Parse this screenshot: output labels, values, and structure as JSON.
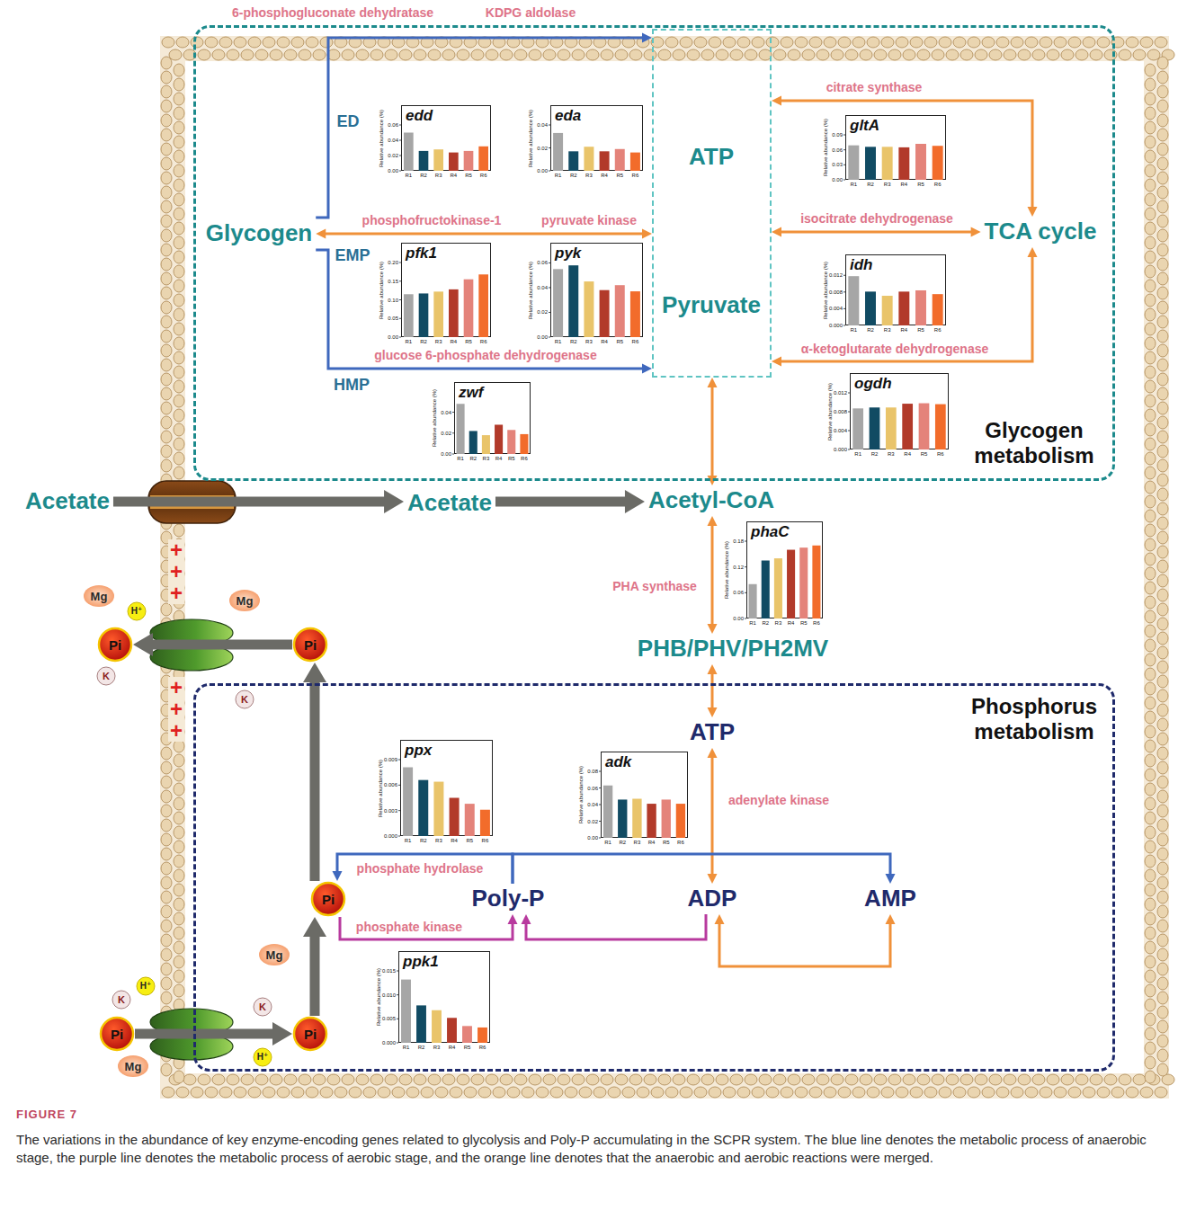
{
  "diagram": {
    "caption": "The variations in the abundance of key enzyme-encoding genes related to glycolysis and Poly-P accumulating in the SCPR system. The blue line denotes the metabolic process of anaerobic stage, the purple line denotes the metabolic process of aerobic stage, and the orange line denotes that the anaerobic and aerobic reactions were merged.",
    "nodes": [
      {
        "text": [
          "Glycogen metabolism"
        ]
      },
      {
        "text": [
          "Glycogen"
        ],
        "in": 0
      },
      {
        "text": [
          "ATP",
          "Pyruvate"
        ],
        "in": 0
      },
      {
        "text": [
          "TCA cycle"
        ],
        "in": 0
      },
      {
        "text": [
          "edd",
          "Relative abundance (%)",
          "0.00",
          "0.02",
          "0.04",
          "0.06",
          "R1",
          "R2",
          "R3",
          "R4",
          "R5",
          "R6"
        ],
        "in": 0
      },
      {
        "text": [
          "eda",
          "Relative abundance (%)",
          "0.00",
          "0.02",
          "0.04",
          "R1",
          "R2",
          "R3",
          "R4",
          "R5",
          "R6"
        ],
        "in": 0
      },
      {
        "text": [
          "pfk1",
          "Relative abundance (%)",
          "0.00",
          "0.05",
          "0.10",
          "0.15",
          "0.20",
          "R1",
          "R2",
          "R3",
          "R4",
          "R5",
          "R6"
        ],
        "in": 0
      },
      {
        "text": [
          "pyk",
          "Relative abundance (%)",
          "0.00",
          "0.02",
          "0.04",
          "0.06",
          "R1",
          "R2",
          "R3",
          "R4",
          "R5",
          "R6"
        ],
        "in": 0
      },
      {
        "text": [
          "zwf",
          "Relative abundance (%)",
          "0.00",
          "0.02",
          "0.04",
          "R1",
          "R2",
          "R3",
          "R4",
          "R5",
          "R6"
        ],
        "in": 0
      },
      {
        "text": [
          "gltA",
          "Relative abundance (%)",
          "0.00",
          "0.03",
          "0.06",
          "0.09",
          "R1",
          "R2",
          "R3",
          "R4",
          "R5",
          "R6"
        ],
        "in": 0
      },
      {
        "text": [
          "idh",
          "Relative abundance (%)",
          "0.000",
          "0.004",
          "0.008",
          "0.012",
          "R1",
          "R2",
          "R3",
          "R4",
          "R5",
          "R6"
        ],
        "in": 0
      },
      {
        "text": [
          "ogdh",
          "Relative abundance (%)",
          "0.000",
          "0.004",
          "0.008",
          "0.012",
          "R1",
          "R2",
          "R3",
          "R4",
          "R5",
          "R6"
        ],
        "in": 0
      },
      {
        "text": [
          "Acetate"
        ]
      },
      {
        "text": [
          "Acetate"
        ]
      },
      {
        "text": [
          "Acetyl-CoA"
        ]
      },
      {
        "text": [
          "phaC",
          "Relative abundance (%)",
          "0.00",
          "0.06",
          "0.12",
          "0.18",
          "R1",
          "R2",
          "R3",
          "R4",
          "R5",
          "R6"
        ]
      },
      {
        "text": [
          "PHB/PHV/PH2MV"
        ]
      },
      {
        "text": [
          "Phosphorus metabolism"
        ]
      },
      {
        "text": [
          "ATP"
        ],
        "in": 17
      },
      {
        "text": [
          "ppx",
          "Relative abundance (%)",
          "0.000",
          "0.003",
          "0.006",
          "0.009",
          "R1",
          "R2",
          "R3",
          "R4",
          "R5",
          "R6"
        ],
        "in": 17
      },
      {
        "text": [
          "adk",
          "Relative abundance (%)",
          "0.00",
          "0.02",
          "0.04",
          "0.06",
          "0.08",
          "R1",
          "R2",
          "R3",
          "R4",
          "R5",
          "R6"
        ],
        "in": 17
      },
      {
        "text": [
          "Pi"
        ],
        "in": 17
      },
      {
        "text": [
          "Poly-P"
        ],
        "in": 17
      },
      {
        "text": [
          "ADP"
        ],
        "in": 17
      },
      {
        "text": [
          "AMP"
        ],
        "in": 17
      },
      {
        "text": [
          "ppk1",
          "Relative abundance (%)",
          "0.000",
          "0.005",
          "0.010",
          "0.015",
          "R1",
          "R2",
          "R3",
          "R4",
          "R5",
          "R6"
        ],
        "in": 17
      },
      {
        "text": [
          "Pi"
        ]
      },
      {
        "text": [
          "Pi"
        ]
      },
      {
        "text": [
          "Pi"
        ]
      },
      {
        "text": [
          "Pi"
        ],
        "in": 17
      },
      {
        "text": [
          "Mg"
        ]
      },
      {
        "text": [
          "H⁺"
        ]
      },
      {
        "text": [
          "K"
        ]
      },
      {
        "text": [
          "Mg"
        ]
      },
      {
        "text": [
          "K"
        ],
        "in": 17
      },
      {
        "text": [
          "K"
        ]
      },
      {
        "text": [
          "H⁺"
        ]
      },
      {
        "text": [
          "Mg"
        ]
      },
      {
        "text": [
          "Mg"
        ],
        "in": 17
      },
      {
        "text": [
          "K"
        ],
        "in": 17
      },
      {
        "text": [
          "H⁺"
        ],
        "in": 17
      }
    ],
    "edges": [
      {
        "from": 1,
        "to": 2,
        "arrow": "to",
        "label": "6-phosphogluconate dehydratase"
      },
      {
        "from": 1,
        "to": 2,
        "arrow": "both",
        "label": "phosphofructokinase-1"
      },
      {
        "from": 1,
        "to": 2,
        "arrow": "to",
        "label": "glucose 6-phosphate dehydrogenase"
      },
      {
        "from": 2,
        "to": 3,
        "arrow": "both",
        "label": "citrate synthase"
      },
      {
        "from": 2,
        "to": 3,
        "arrow": "both",
        "label": "isocitrate dehydrogenase"
      },
      {
        "from": 2,
        "to": 3,
        "arrow": "both",
        "label": "α-ketoglutarate dehydrogenase"
      },
      {
        "from": 2,
        "to": 14,
        "arrow": "both"
      },
      {
        "from": 12,
        "to": 13,
        "arrow": "to"
      },
      {
        "from": 13,
        "to": 14,
        "arrow": "to"
      },
      {
        "from": 14,
        "to": 16,
        "arrow": "both",
        "label": "PHA synthase"
      },
      {
        "from": 16,
        "to": 18,
        "arrow": "both"
      },
      {
        "from": 18,
        "to": 23,
        "arrow": "both",
        "label": "adenylate kinase"
      },
      {
        "from": 22,
        "to": 21,
        "arrow": "to",
        "label": "phosphate hydrolase"
      },
      {
        "from": 22,
        "to": 24,
        "arrow": "to"
      },
      {
        "from": 23,
        "to": 24,
        "arrow": "both"
      },
      {
        "from": 21,
        "to": 22,
        "arrow": "to",
        "label": "phosphate kinase"
      },
      {
        "from": 23,
        "to": 22,
        "arrow": "to"
      },
      {
        "from": 21,
        "to": 26,
        "arrow": "to"
      },
      {
        "from": 26,
        "to": 27,
        "arrow": "to"
      },
      {
        "from": 28,
        "to": 29,
        "arrow": "to"
      },
      {
        "from": 29,
        "to": 21,
        "arrow": "to"
      }
    ],
    "labels": [
      "KDPG aldolase",
      "pyruvate kinase",
      "ED",
      "EMP",
      "HMP",
      "+",
      "+",
      "+",
      "+",
      "+",
      "+",
      "FIGURE 7"
    ]
  }
}
